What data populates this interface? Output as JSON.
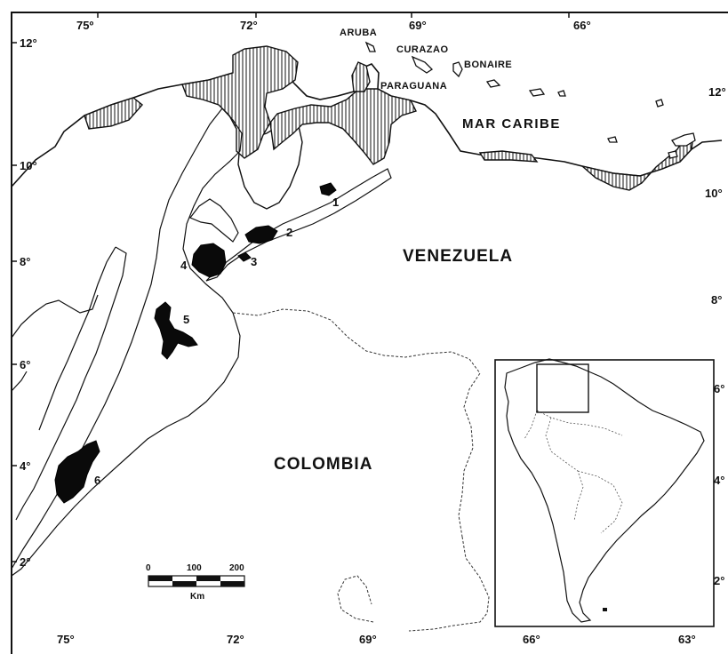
{
  "map": {
    "top_longitudes": [
      "75º",
      "72°",
      "69°",
      "66°"
    ],
    "bottom_longitudes": [
      "75°",
      "72°",
      "69°",
      "66°",
      "63°"
    ],
    "left_latitudes": [
      "12°",
      "10°",
      "8°",
      "6°",
      "4°",
      "2°"
    ],
    "right_latitudes": [
      "12°",
      "10°",
      "8°",
      "6°",
      "4°",
      "2°"
    ],
    "islands": [
      "ARUBA",
      "CURAZAO",
      "BONAIRE",
      "PARAGUANA"
    ],
    "sea_label": "MAR CARIBE",
    "countries": [
      "VENEZUELA",
      "COLOMBIA"
    ],
    "deposit_numbers": [
      "1",
      "2",
      "3",
      "4",
      "5",
      "6"
    ],
    "scale": {
      "ticks": [
        "0",
        "100",
        "200"
      ],
      "unit": "Km"
    },
    "colors": {
      "ink": "#111111",
      "background": "#ffffff"
    }
  }
}
